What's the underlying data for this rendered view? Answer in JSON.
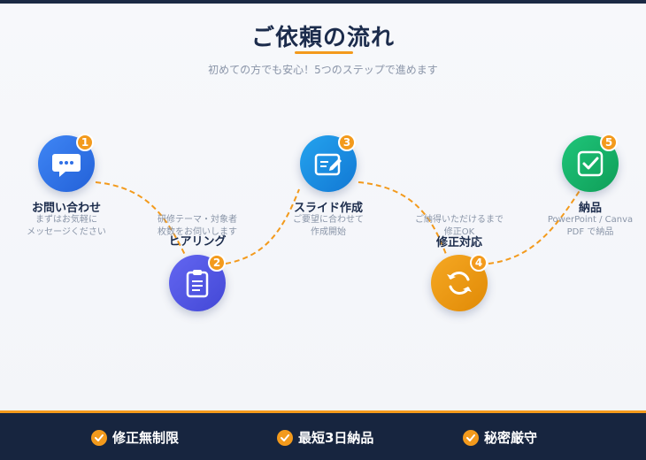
{
  "header": {
    "title": "ご依頼の流れ",
    "subtitle": "初めての方でも安心！5つのステップで進めます"
  },
  "steps": [
    {
      "number": "1",
      "title": "お問い合わせ",
      "desc": "まずはお気軽に\nメッセージください",
      "icon": "chat-bubble-icon",
      "color": "#2f6fe6"
    },
    {
      "number": "2",
      "title": "ヒアリング",
      "desc": "研修テーマ・対象者\n枚数をお伺いします",
      "icon": "clipboard-icon",
      "color": "#4b55e0"
    },
    {
      "number": "3",
      "title": "スライド作成",
      "desc": "ご要望に合わせて\n作成開始",
      "icon": "edit-slide-icon",
      "color": "#1a8fe0"
    },
    {
      "number": "4",
      "title": "修正対応",
      "desc": "ご納得いただけるまで\n修正OK",
      "icon": "refresh-icon",
      "color": "#ef9a0e"
    },
    {
      "number": "5",
      "title": "納品",
      "desc": "PowerPoint / Canva\nPDF で納品",
      "icon": "checkbox-icon",
      "color": "#17b26a"
    }
  ],
  "features": [
    {
      "label": "修正無制限",
      "icon": "check-icon"
    },
    {
      "label": "最短3日納品",
      "icon": "check-icon"
    },
    {
      "label": "秘密厳守",
      "icon": "check-icon"
    }
  ],
  "colors": {
    "accent": "#f39a1c",
    "navy": "#17253f",
    "title": "#1c2c4c",
    "muted": "#8a95a8"
  }
}
